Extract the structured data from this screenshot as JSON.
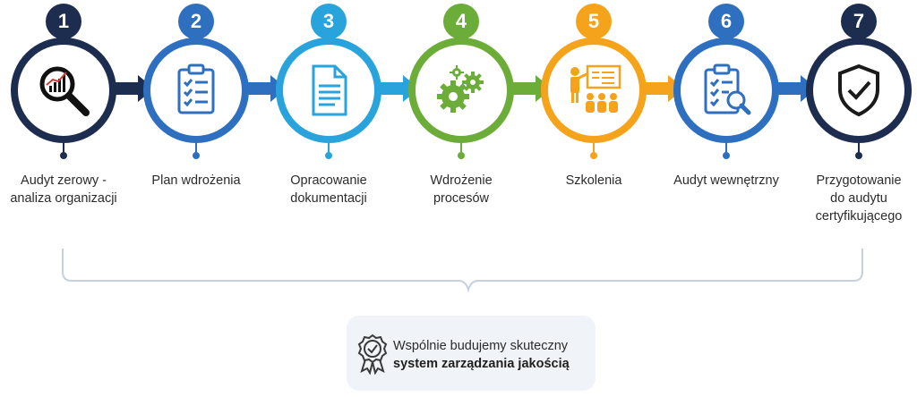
{
  "steps": [
    {
      "number": "1",
      "label": "Audyt zerowy -\nanaliza organizacji",
      "icon": "magnifier-chart-icon",
      "color": "#1c2d4f"
    },
    {
      "number": "2",
      "label": "Plan wdrożenia",
      "icon": "clipboard-checklist-icon",
      "color": "#2e6fbf"
    },
    {
      "number": "3",
      "label": "Opracowanie\ndokumentacji",
      "icon": "document-icon",
      "color": "#29a3dc"
    },
    {
      "number": "4",
      "label": "Wdrożenie\nprocesów",
      "icon": "gears-icon",
      "color": "#6cad3a"
    },
    {
      "number": "5",
      "label": "Szkolenia",
      "icon": "training-presentation-icon",
      "color": "#f5a31a"
    },
    {
      "number": "6",
      "label": "Audyt wewnętrzny",
      "icon": "clipboard-magnifier-icon",
      "color": "#2e6fbf"
    },
    {
      "number": "7",
      "label": "Przygotowanie\ndo audytu\ncertyfikującego",
      "icon": "shield-check-icon",
      "color": "#1c2d4f"
    }
  ],
  "footer": {
    "line1": "Wspólnie budujemy skuteczny",
    "line2": "system zarządzania jakością",
    "icon": "quality-award-icon"
  },
  "colors": {
    "brace": "#c7d0dc",
    "footer_bg": "#f0f3f7"
  }
}
